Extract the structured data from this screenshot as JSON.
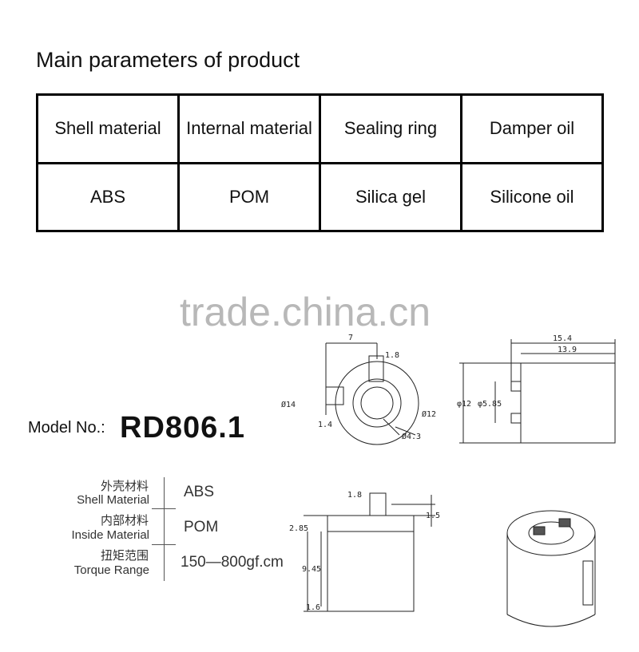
{
  "heading": "Main parameters of product",
  "table": {
    "headers": [
      "Shell material",
      "Internal material",
      "Sealing ring",
      "Damper oil"
    ],
    "values": [
      "ABS",
      "POM",
      "Silica gel",
      "Silicone oil"
    ]
  },
  "watermark": "trade.china.cn",
  "model": {
    "label": "Model No.:",
    "value": "RD806.1"
  },
  "specs": [
    {
      "cn": "外壳材料",
      "en": "Shell Material",
      "value": "ABS"
    },
    {
      "cn": "内部材料",
      "en": "Inside Material",
      "value": "POM"
    },
    {
      "cn": "扭矩范围",
      "en": "Torque Range",
      "value": "150—800gf.cm"
    }
  ],
  "dimensions": {
    "front": {
      "width": "7",
      "key": "1.8",
      "outer_dia": "Ø14",
      "key_offset": "1.4",
      "mid_dia": "Ø12",
      "bore_dia": "Ø4.3"
    },
    "side": {
      "total_length": "15.4",
      "body_length": "13.9",
      "body_dia": "φ12",
      "step_dia": "φ5.85"
    },
    "bottom": {
      "key_width": "1.8",
      "key_height": "1.5",
      "flange": "2.85",
      "body_height": "9.45",
      "base": "1.6"
    }
  }
}
